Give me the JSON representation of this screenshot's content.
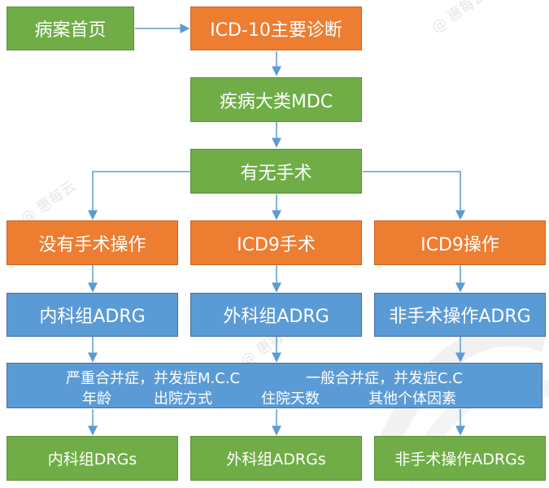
{
  "nodes": {
    "homepage": "病案首页",
    "icd10": "ICD-10主要诊断",
    "mdc": "疾病大类MDC",
    "surgery_q": "有无手术",
    "no_surgery": "没有手术操作",
    "icd9_surgery": "ICD9手术",
    "icd9_op": "ICD9操作",
    "medical_adrg": "内科组ADRG",
    "surgical_adrg": "外科组ADRG",
    "nonsurgical_adrg": "非手术操作ADRG",
    "medical_drgs": "内科组DRGs",
    "surgical_drgs": "外科组ADRGs",
    "nonsurgical_drgs": "非手术操作ADRGs"
  },
  "factors": {
    "mcc": "严重合并症，并发症M.C.C",
    "cc": "一般合并症，并发症C.C",
    "age": "年龄",
    "discharge": "出院方式",
    "los": "住院天数",
    "other": "其他个体因素"
  },
  "watermark": "@ 惠每云"
}
